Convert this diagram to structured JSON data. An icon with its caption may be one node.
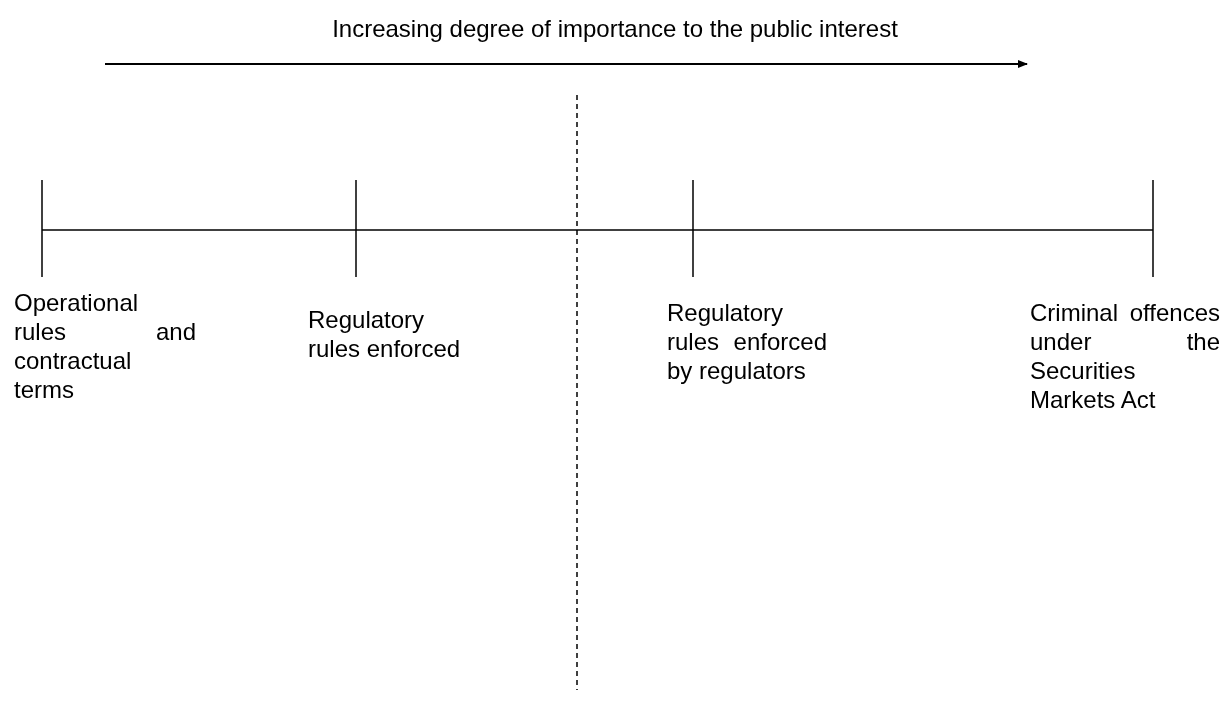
{
  "diagram": {
    "labels": [
      "Increasing degree of importance to the public interest",
      "Operational rules and contractual terms",
      "Regulatory rules enforced",
      "Regulatory rules enforced by regulators",
      "Criminal offences under the Securities Markets Act"
    ]
  }
}
